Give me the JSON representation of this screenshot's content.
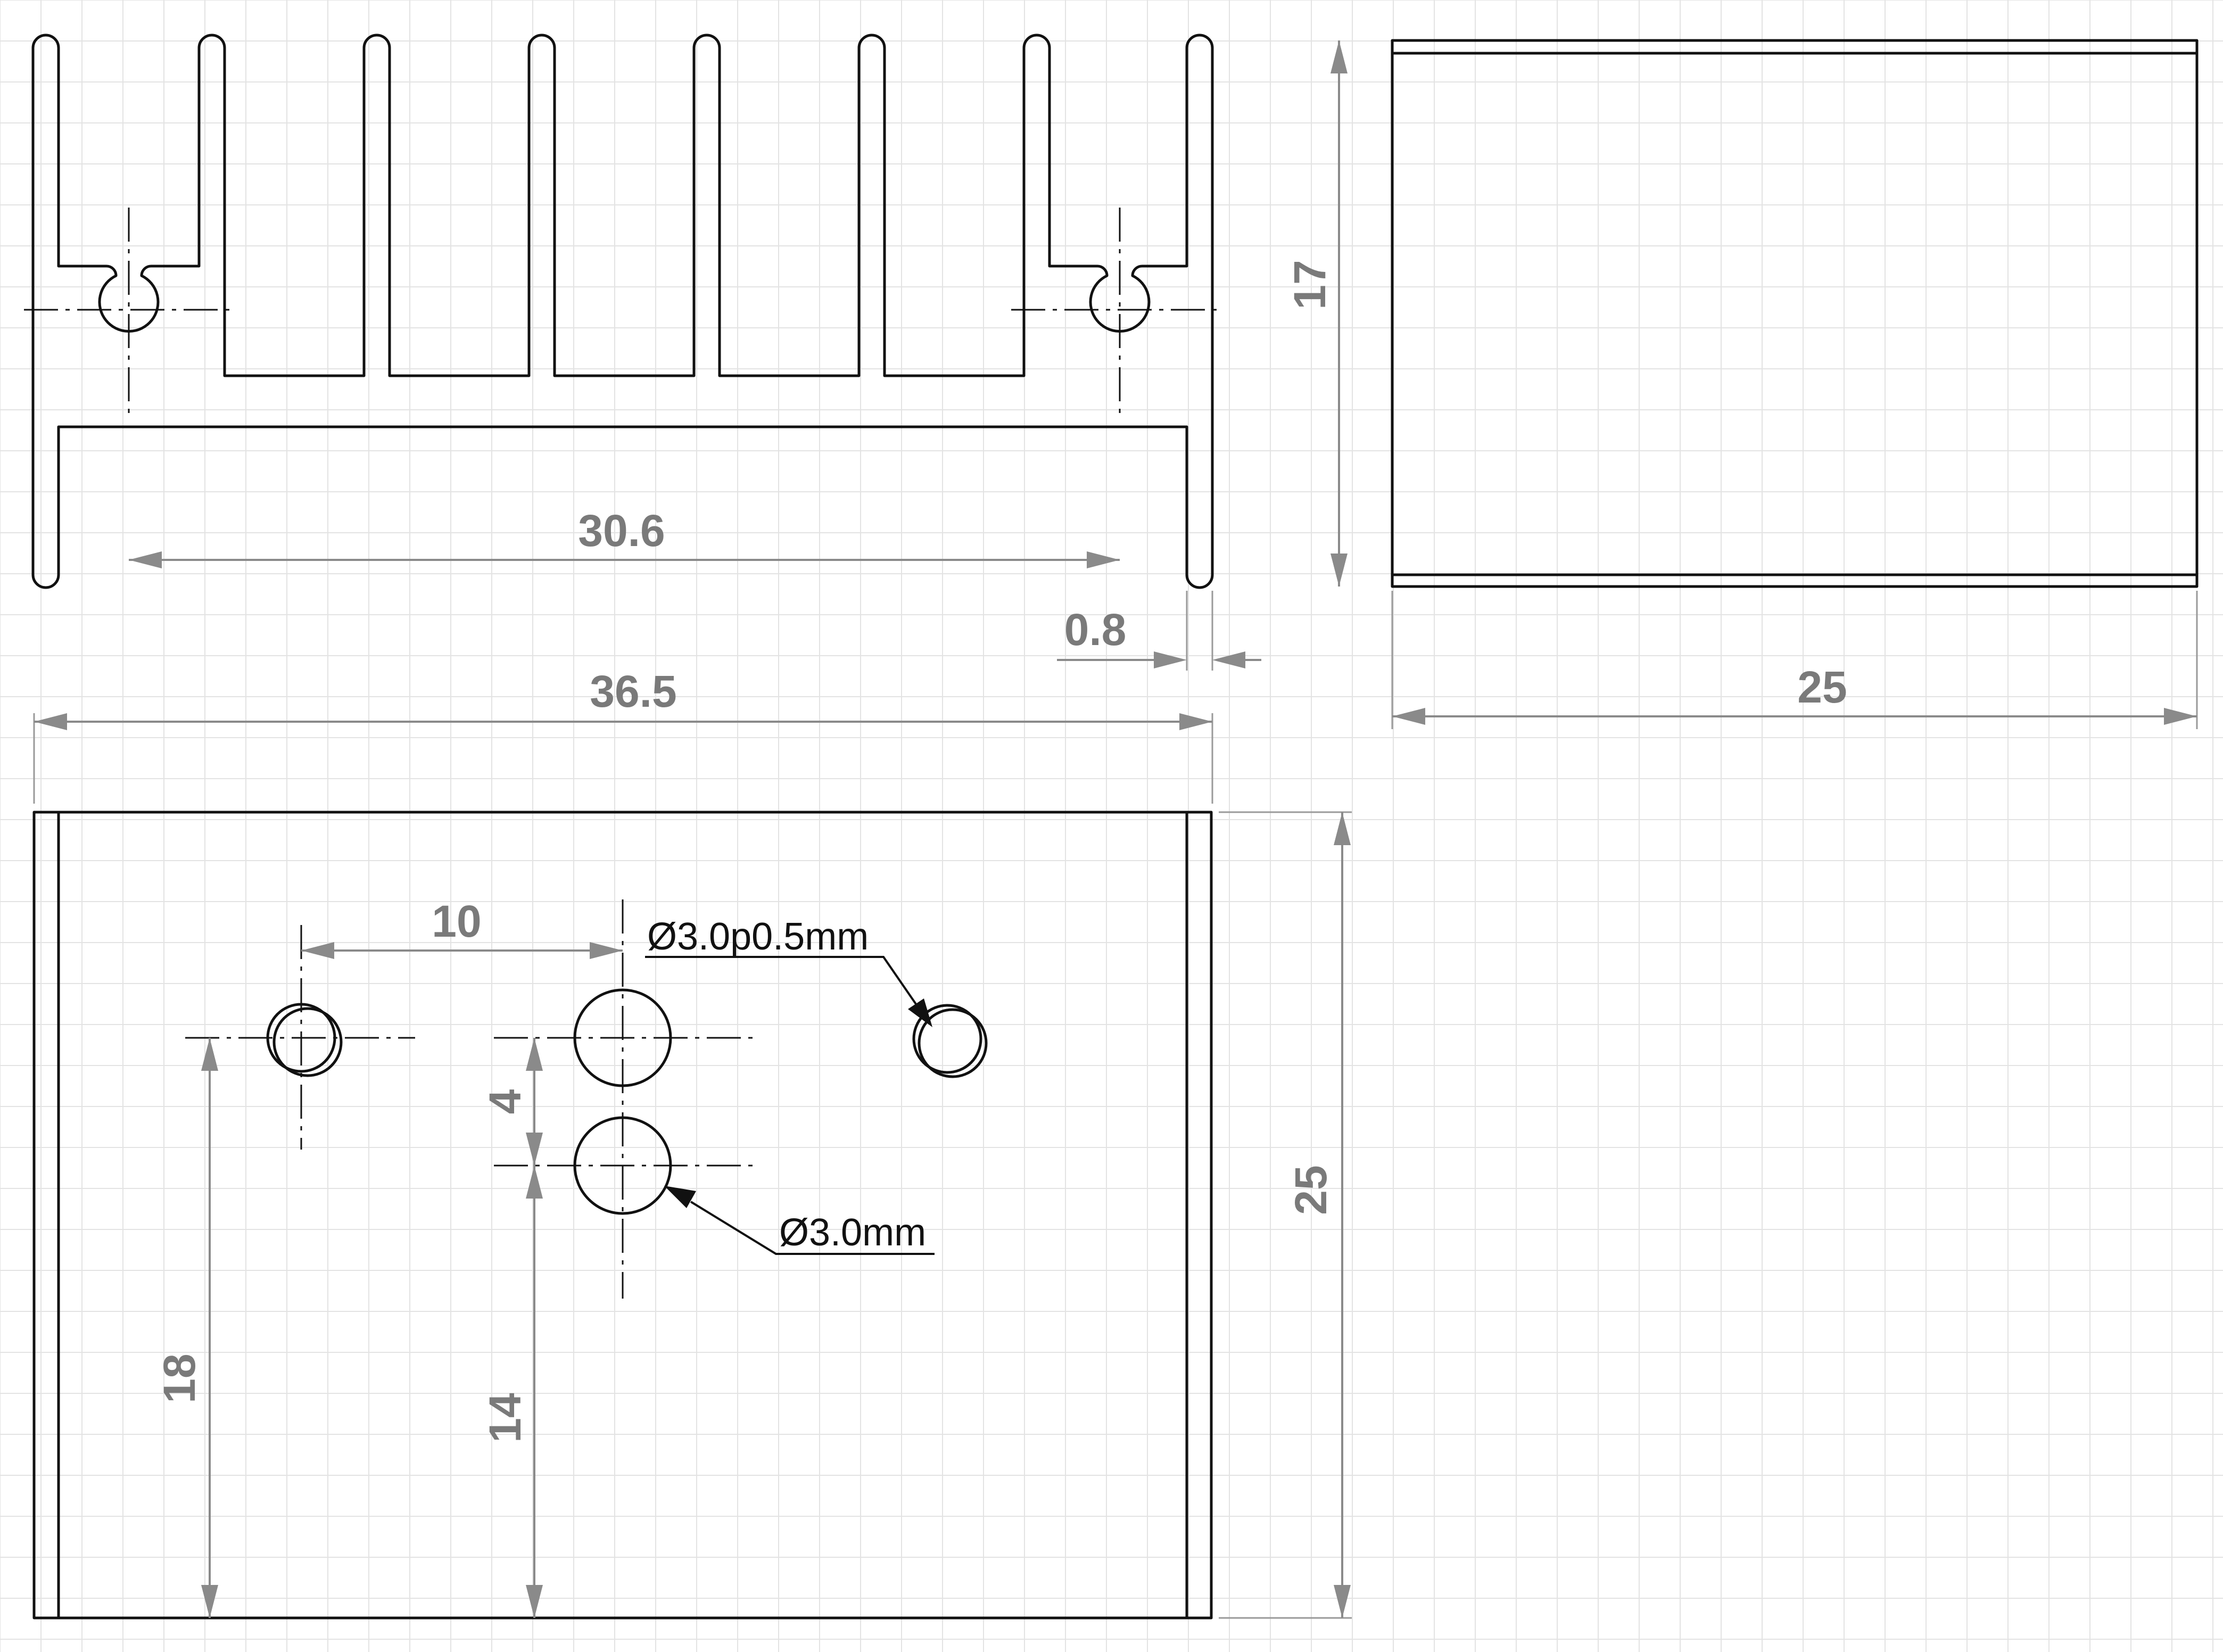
{
  "colors": {
    "outline": "#111111",
    "dimension": "#8a8a8a",
    "grid": "#e3e3e3",
    "background": "#ffffff"
  },
  "dimensions": {
    "hole_pitch": "30.6",
    "fin_thickness": "0.8",
    "overall_width": "36.5",
    "side_height": "17",
    "side_depth": "25",
    "bottom_depth": "25",
    "hole_spacing_x": "10",
    "hole_spacing_y": "4",
    "left_hole_height": "18",
    "center_hole_height": "14"
  },
  "callouts": {
    "small_hole": "Ø3.0p0.5mm",
    "hole": "Ø3.0mm"
  }
}
